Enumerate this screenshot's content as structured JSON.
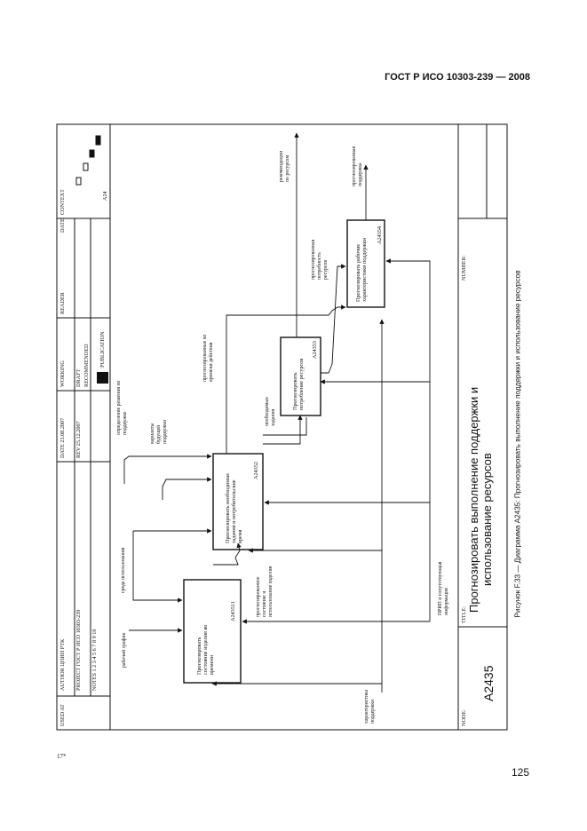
{
  "header": {
    "standard_title": "ГОСТ Р ИСО 10303-239 — 2008"
  },
  "corner_mark": "17*",
  "page_number": "125",
  "caption": "Рисунок F.33 — Диаграмма A2435: Прогнозировать выполнение поддержки и использование ресурсов",
  "form": {
    "used_at": "USED AT",
    "author": "AUTHOR   ЦНИИ РТК",
    "project": "PROJECT   ГОСТ Р ИСО 10303-239",
    "notes": "NOTES  1  2  3  4  5  6  7  8  9  10",
    "date": "DATE   23.08.2007",
    "rev": "REV     25.12.2007",
    "working": "WORKING",
    "draft": "DRAFT",
    "recommended": "RECOMMENDED",
    "publication": "PUBLICATION",
    "reader": "READER",
    "reader_date": "DATE",
    "context": "CONTEXT",
    "context_node": "A24",
    "node_label": "NODE:",
    "node_value": "A2435",
    "title_label": "TITLE:",
    "title_value": "Прогнозировать выполнение поддержки и использование ресурсов",
    "number_label": "NUMBER:"
  },
  "boxes": [
    {
      "label": "Прогнозировать состояние изделия во времени",
      "id": "A243511"
    },
    {
      "label": "Прогнозировать необходимые задания и потребительские время",
      "id": "A24352"
    },
    {
      "label": "Прогнозировать потребление ресурсов",
      "id": "A24353"
    },
    {
      "label": "Прогнозировать рабочие характеристики поддержки",
      "id": "A24354"
    }
  ],
  "arrows": {
    "work_graph": "рабочий график",
    "usage_env": "среда использования",
    "support_decision": "определение решения по поддержке",
    "support_variants": "варианты будущей поддержки",
    "predicted_state": "прогнозированное состояние и использование изделия",
    "needed_tasks": "необходимые задания",
    "predicted_time": "прогнозированные во времени действия",
    "resource_rec": "рекомендации по ресурсам",
    "predicted_demand": "прогнозированная потребность ресурсов",
    "predicted_support": "прогнозированная поддержка",
    "rules": "ПРИП и сопутствующая информация",
    "support_char": "характеристика поддержки"
  }
}
